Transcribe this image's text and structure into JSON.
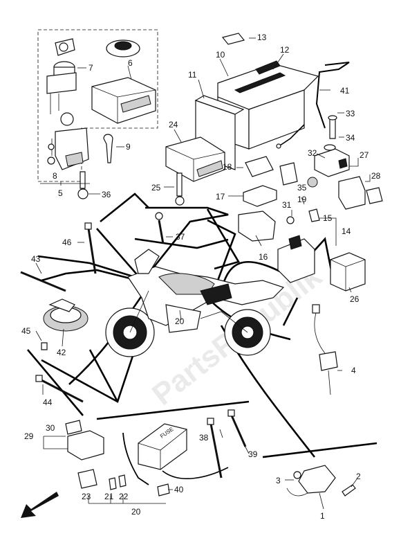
{
  "watermark": "PartsRepublik",
  "labels": {
    "p1": "1",
    "p2": "2",
    "p3": "3",
    "p4": "4",
    "p5": "5",
    "p6": "6",
    "p7": "7",
    "p8": "8",
    "p9": "9",
    "p10": "10",
    "p11": "11",
    "p12": "12",
    "p13": "13",
    "p14": "14",
    "p15": "15",
    "p16": "16",
    "p17": "17",
    "p18": "18",
    "p19": "19",
    "p20a": "20",
    "p20b": "20",
    "p21": "21",
    "p22": "22",
    "p23": "23",
    "p24": "24",
    "p25": "25",
    "p26": "26",
    "p27": "27",
    "p28": "28",
    "p29": "29",
    "p30": "30",
    "p31": "31",
    "p32": "32",
    "p33": "33",
    "p34": "34",
    "p35": "35",
    "p36": "36",
    "p37": "37",
    "p38": "38",
    "p39": "39",
    "p40": "40",
    "p41": "41",
    "p42": "42",
    "p43": "43",
    "p44": "44",
    "p45": "45",
    "p46": "46"
  },
  "fuse_box_text": "FUSE",
  "colors": {
    "line": "#111111",
    "watermark": "#d9d9d9"
  },
  "icons": {
    "direction": "front-arrow-icon"
  }
}
